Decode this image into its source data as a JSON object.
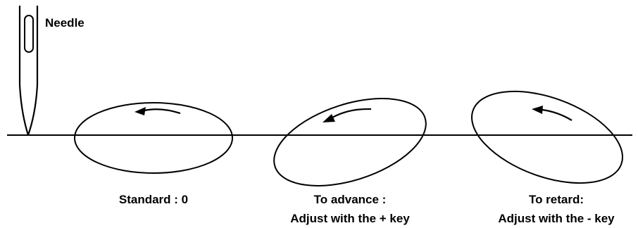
{
  "needle": {
    "label": "Needle"
  },
  "loops": [
    {
      "id": "standard",
      "caption_lines": [
        "Standard : 0"
      ]
    },
    {
      "id": "advance",
      "caption_lines": [
        "To advance :",
        "Adjust with the + key"
      ]
    },
    {
      "id": "retard",
      "caption_lines": [
        "To retard:",
        "Adjust with the - key"
      ]
    }
  ],
  "colors": {
    "stroke": "#000000",
    "background": "#ffffff"
  }
}
